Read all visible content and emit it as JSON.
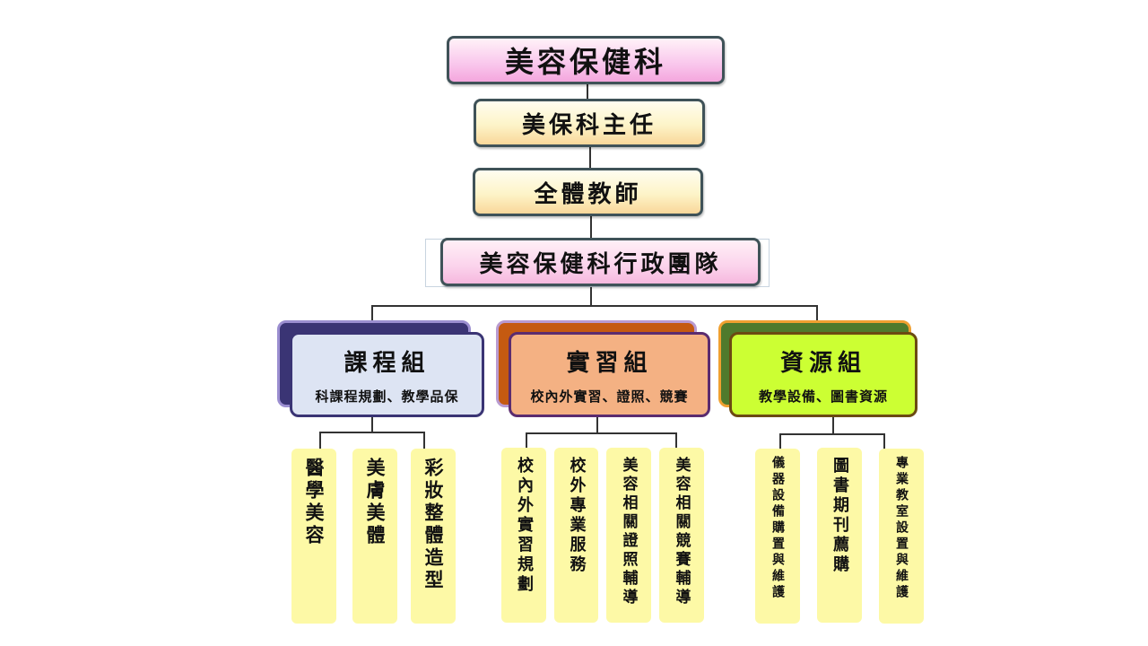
{
  "chart": {
    "top": {
      "title": "美容保健科"
    },
    "director": {
      "title": "美保科主任"
    },
    "teachers": {
      "title": "全體教師"
    },
    "team": {
      "title": "美容保健科行政團隊"
    },
    "groups": [
      {
        "title": "課程組",
        "subtitle": "科課程規劃、教學品保",
        "colors": {
          "back": "#3a3474",
          "back_border": "#9b8ed0",
          "front": "#dde4f3",
          "front_border": "#3a3474"
        },
        "items": [
          "醫學美容",
          "美膚美體",
          "彩妝整體造型"
        ]
      },
      {
        "title": "實習組",
        "subtitle": "校內外實習、證照、競賽",
        "colors": {
          "back": "#c55a11",
          "back_border": "#b99ad0",
          "front": "#f4b183",
          "front_border": "#5b2c6f"
        },
        "items": [
          "校內外實習規劃",
          "校外專業服務",
          "美容相關證照輔導",
          "美容相關競賽輔導"
        ]
      },
      {
        "title": "資源組",
        "subtitle": "教學設備、圖書資源",
        "colors": {
          "back": "#4f7a2c",
          "back_border": "#f0a030",
          "front": "#ccff33",
          "front_border": "#6b4a12"
        },
        "items": [
          "儀器設備購置與維護",
          "圖書期刊薦購",
          "專業教室設置與維護"
        ]
      }
    ],
    "leaf_color": "#fdf9a6",
    "line_color": "#333333"
  }
}
